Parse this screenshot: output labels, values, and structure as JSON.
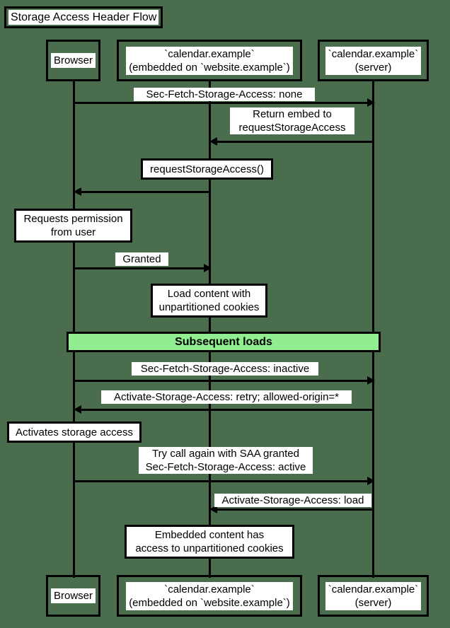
{
  "diagram": {
    "title": "Storage Access Header Flow",
    "type": "sequence-diagram",
    "background_color": "#4a6e4d",
    "accent_color": "#90ee90",
    "line_color": "#000000"
  },
  "participants": [
    {
      "id": "browser",
      "label": "Browser"
    },
    {
      "id": "embed",
      "label": "`calendar.example`\n(embedded on `website.example`)"
    },
    {
      "id": "server",
      "label": "`calendar.example`\n(server)"
    }
  ],
  "messages": [
    {
      "id": "m1",
      "label": "Sec-Fetch-Storage-Access: none",
      "from": "browser",
      "to": "server",
      "direction": "right"
    },
    {
      "id": "m2",
      "label": "Return embed to\nrequestStorageAccess",
      "from": "server",
      "to": "embed",
      "direction": "left"
    },
    {
      "id": "m3",
      "label": "",
      "from": "embed",
      "to": "browser",
      "direction": "left"
    },
    {
      "id": "m4",
      "label": "Granted",
      "from": "browser",
      "to": "embed",
      "direction": "right"
    },
    {
      "id": "m5",
      "label": "Sec-Fetch-Storage-Access: inactive",
      "from": "browser",
      "to": "server",
      "direction": "right"
    },
    {
      "id": "m6",
      "label": "Activate-Storage-Access: retry; allowed-origin=*",
      "from": "server",
      "to": "browser",
      "direction": "left"
    },
    {
      "id": "m7",
      "label": "Try call again with SAA granted\nSec-Fetch-Storage-Access: active",
      "from": "browser",
      "to": "server",
      "direction": "right"
    },
    {
      "id": "m8",
      "label": "Activate-Storage-Access: load",
      "from": "server",
      "to": "embed",
      "direction": "left"
    }
  ],
  "notes": [
    {
      "id": "n1",
      "label": "requestStorageAccess()",
      "over": "embed"
    },
    {
      "id": "n2",
      "label": "Requests permission\nfrom user",
      "over": "browser"
    },
    {
      "id": "n3",
      "label": "Load content with\nunpartitioned cookies",
      "over": "embed"
    },
    {
      "id": "n4",
      "label": "Activates storage access",
      "over": "browser"
    },
    {
      "id": "n5",
      "label": "Embedded content has\naccess to unpartitioned cookies",
      "over": "embed"
    }
  ],
  "dividers": [
    {
      "id": "d1",
      "label": "Subsequent loads",
      "color": "#90ee90"
    }
  ]
}
